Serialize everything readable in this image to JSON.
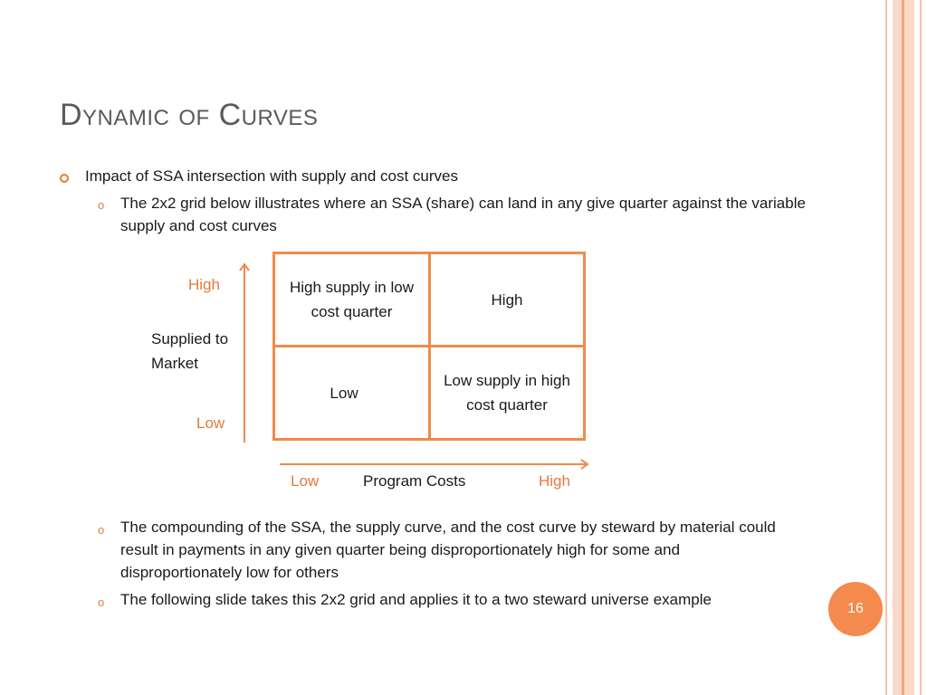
{
  "slide": {
    "title": "Dynamic of Curves",
    "page_number": "16"
  },
  "content": {
    "bullet_1": "Impact of SSA intersection with supply and cost curves",
    "sub_bullet_1": "The 2x2 grid below illustrates where an SSA (share) can land in any give quarter against the variable supply and cost curves",
    "sub_bullet_2": "The compounding of the SSA, the supply curve, and the cost curve by steward by material could result in payments in any given quarter being disproportionately high for some and disproportionately low for others",
    "sub_bullet_3": "The following slide takes this 2x2 grid and applies it to a two steward universe example"
  },
  "grid": {
    "cell_top_left": "High supply in low cost quarter",
    "cell_top_right": "High",
    "cell_bottom_left": "Low",
    "cell_bottom_right": "Low supply in high cost quarter",
    "y_axis": {
      "high": "High",
      "label": "Supplied to Market",
      "low": "Low"
    },
    "x_axis": {
      "low": "Low",
      "label": "Program Costs",
      "high": "High"
    }
  },
  "colors": {
    "accent": "#f08a4b",
    "frame": "#f7b89a"
  }
}
